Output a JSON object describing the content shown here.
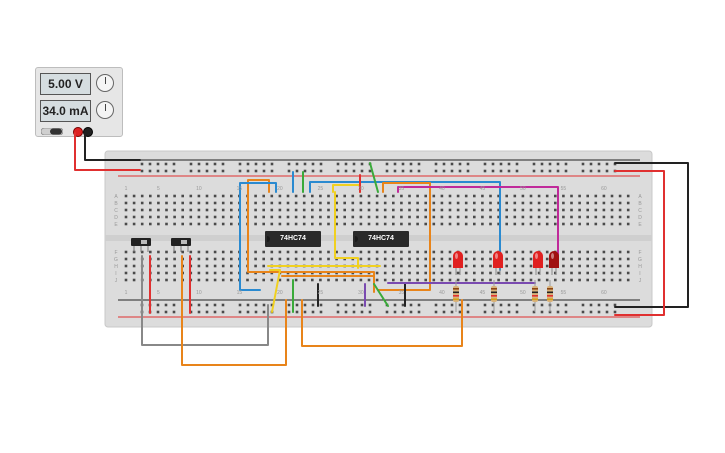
{
  "power_supply": {
    "voltage": "5.00 V",
    "current": "34.0 mA"
  },
  "chips": [
    {
      "label": "74HC74"
    },
    {
      "label": "74HC74"
    }
  ],
  "breadboard": {
    "column_numbers": [
      "1",
      "5",
      "10",
      "15",
      "20",
      "25",
      "30",
      "35",
      "40",
      "45",
      "50",
      "55",
      "60"
    ],
    "row_letters_top": [
      "A",
      "B",
      "C",
      "D",
      "E"
    ],
    "row_letters_bottom": [
      "F",
      "G",
      "H",
      "I",
      "J"
    ]
  },
  "colors": {
    "board": "#dcdcdc",
    "rail_red": "#e03030",
    "rail_black": "#222222",
    "wire_orange": "#e8841a",
    "wire_blue": "#2a8ad0",
    "wire_green": "#3aaa3a",
    "wire_yellow": "#f0d020",
    "wire_magenta": "#c02a9a",
    "wire_gray": "#888888",
    "wire_purple": "#7a4ab0",
    "led_red": "#e02020",
    "led_dark_red": "#a01010"
  },
  "components": {
    "slide_switches": 2,
    "leds": 4,
    "resistors": 4
  }
}
